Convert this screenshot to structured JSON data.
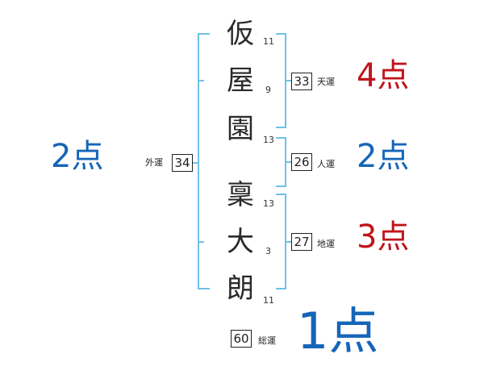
{
  "name_chars": [
    {
      "char": "仮",
      "strokes": "11"
    },
    {
      "char": "屋",
      "strokes": "9"
    },
    {
      "char": "園",
      "strokes": "13"
    },
    {
      "char": "稟",
      "strokes": "13"
    },
    {
      "char": "大",
      "strokes": "3"
    },
    {
      "char": "朗",
      "strokes": "11"
    }
  ],
  "gaiun": {
    "label": "外運",
    "value": "34",
    "score": "2点"
  },
  "tenun": {
    "label": "天運",
    "value": "33",
    "score": "4点"
  },
  "jinun": {
    "label": "人運",
    "value": "26",
    "score": "2点"
  },
  "chiun": {
    "label": "地運",
    "value": "27",
    "score": "3点"
  },
  "souun": {
    "label": "総運",
    "value": "60",
    "score": "1点"
  },
  "colors": {
    "blue": "#1565b8",
    "red": "#c0141c",
    "bracket": "#6ec1e4"
  }
}
